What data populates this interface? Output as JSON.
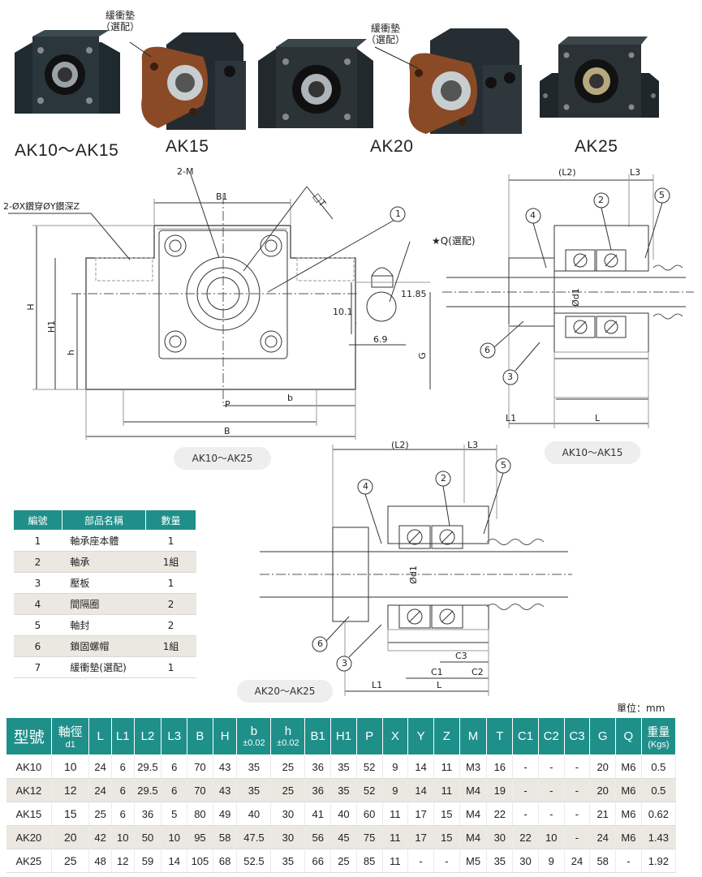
{
  "photos": {
    "callout_left": [
      "緩衝墊",
      "（選配）"
    ],
    "callout_right": [
      "緩衝墊",
      "（選配）"
    ],
    "labels": [
      "AK10～AK15",
      "AK15",
      "AK20",
      "AK25"
    ]
  },
  "drawing_front": {
    "hole_spec": "2-ØX鑽穿ØY鑽深Z",
    "label_2m": "2-M",
    "dim_b1": "B1",
    "dim_t": "T",
    "dim_h": "H",
    "dim_h1": "H1",
    "dim_h_small": "h",
    "dim_p": "P",
    "dim_b_small": "b",
    "dim_b": "B",
    "dim_g": "G",
    "option_q": "★Q(選配)",
    "dim_1185": "11.85",
    "dim_101": "10.1",
    "dim_69": "6.9",
    "balloon_1": "1",
    "caption": "AK10～AK25"
  },
  "drawing_side_small": {
    "dim_l2": "(L2)",
    "dim_l3": "L3",
    "dim_d1": "Ød1",
    "dim_l1": "L1",
    "dim_l": "L",
    "balloons": [
      "4",
      "2",
      "5",
      "6",
      "3"
    ],
    "caption": "AK10～AK15"
  },
  "drawing_side_large": {
    "dim_l2": "(L2)",
    "dim_l3": "L3",
    "dim_d1": "Ød1",
    "dim_c3": "C3",
    "dim_c1": "C1",
    "dim_c2": "C2",
    "dim_l1": "L1",
    "dim_l": "L",
    "balloons": [
      "4",
      "2",
      "5",
      "6",
      "3"
    ],
    "caption": "AK20～AK25"
  },
  "parts_table": {
    "headers": [
      "編號",
      "部品名稱",
      "數量"
    ],
    "rows": [
      [
        "1",
        "軸承座本體",
        "1"
      ],
      [
        "2",
        "軸承",
        "1組"
      ],
      [
        "3",
        "壓板",
        "1"
      ],
      [
        "4",
        "間隔圈",
        "2"
      ],
      [
        "5",
        "軸封",
        "2"
      ],
      [
        "6",
        "鎖固螺帽",
        "1組"
      ],
      [
        "7",
        "緩衝墊(選配)",
        "1"
      ]
    ]
  },
  "spec_table": {
    "unit": "單位：mm",
    "header_model": "型號",
    "header_shaft": "軸徑",
    "header_shaft_sub": "d1",
    "headers_mid": [
      "L",
      "L1",
      "L2",
      "L3",
      "B",
      "H"
    ],
    "header_b": "b",
    "header_b_sub": "±0.02",
    "header_h": "h",
    "header_h_sub": "±0.02",
    "headers_tail": [
      "B1",
      "H1",
      "P",
      "X",
      "Y",
      "Z",
      "M",
      "T",
      "C1",
      "C2",
      "C3",
      "G",
      "Q"
    ],
    "header_weight": "重量",
    "header_weight_sub": "(Kgs)",
    "rows": [
      [
        "AK10",
        "10",
        "24",
        "6",
        "29.5",
        "6",
        "70",
        "43",
        "35",
        "25",
        "36",
        "35",
        "52",
        "9",
        "14",
        "11",
        "M3",
        "16",
        "-",
        "-",
        "-",
        "20",
        "M6",
        "0.5"
      ],
      [
        "AK12",
        "12",
        "24",
        "6",
        "29.5",
        "6",
        "70",
        "43",
        "35",
        "25",
        "36",
        "35",
        "52",
        "9",
        "14",
        "11",
        "M4",
        "19",
        "-",
        "-",
        "-",
        "20",
        "M6",
        "0.5"
      ],
      [
        "AK15",
        "15",
        "25",
        "6",
        "36",
        "5",
        "80",
        "49",
        "40",
        "30",
        "41",
        "40",
        "60",
        "11",
        "17",
        "15",
        "M4",
        "22",
        "-",
        "-",
        "-",
        "21",
        "M6",
        "0.62"
      ],
      [
        "AK20",
        "20",
        "42",
        "10",
        "50",
        "10",
        "95",
        "58",
        "47.5",
        "30",
        "56",
        "45",
        "75",
        "11",
        "17",
        "15",
        "M4",
        "30",
        "22",
        "10",
        "-",
        "24",
        "M6",
        "1.43"
      ],
      [
        "AK25",
        "25",
        "48",
        "12",
        "59",
        "14",
        "105",
        "68",
        "52.5",
        "35",
        "66",
        "25",
        "85",
        "11",
        "-",
        "-",
        "M5",
        "35",
        "30",
        "9",
        "24",
        "58",
        "-",
        "1.92"
      ]
    ]
  }
}
